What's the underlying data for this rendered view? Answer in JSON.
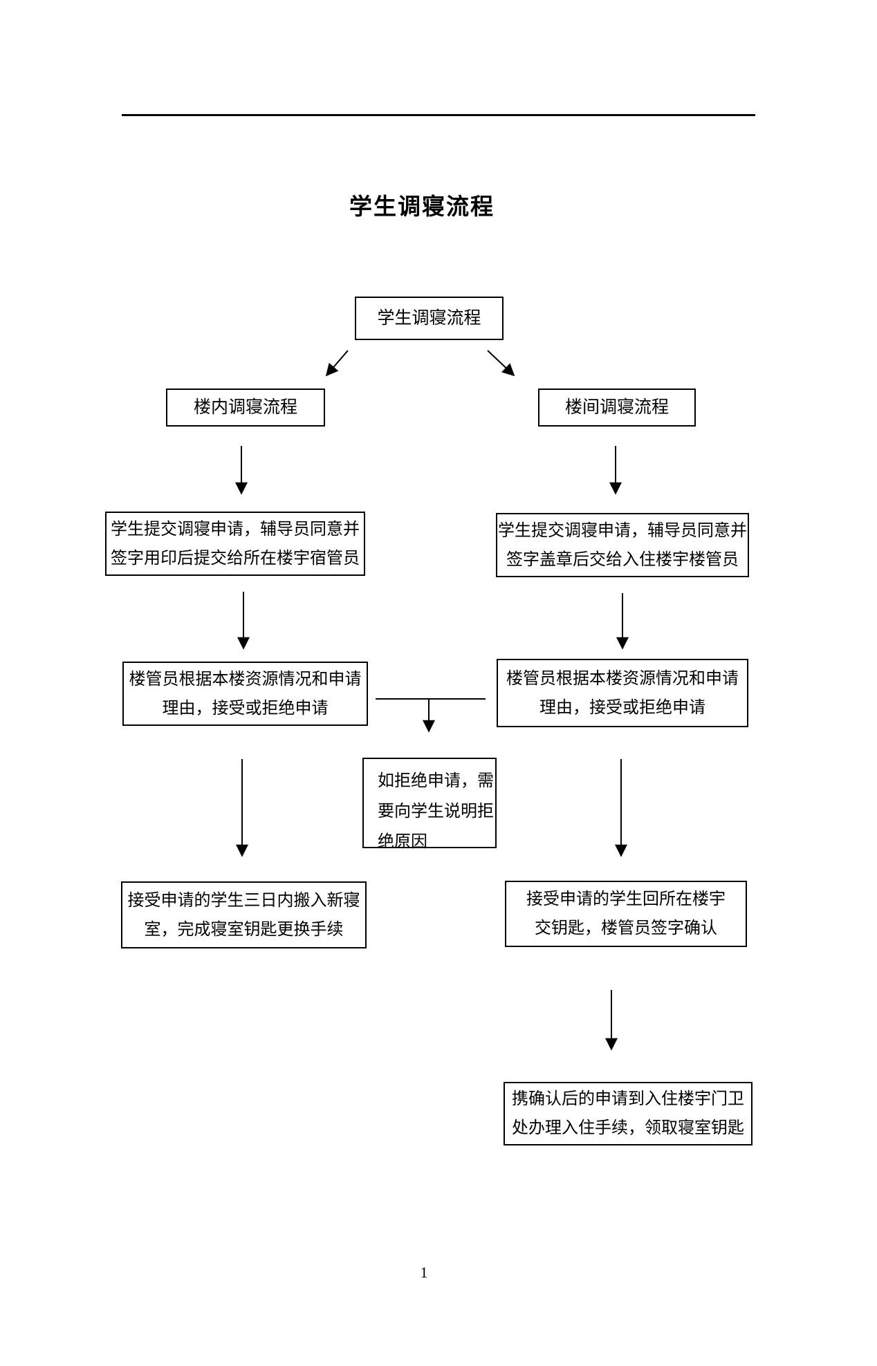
{
  "document": {
    "title": "学生调寝流程",
    "page_number": "1"
  },
  "flowchart": {
    "root": {
      "label": "学生调寝流程"
    },
    "branch_left": {
      "label": "楼内调寝流程"
    },
    "branch_right": {
      "label": "楼间调寝流程"
    },
    "left_step1": {
      "text": "学生提交调寝申请，辅导员同意并\n签字用印后提交给所在楼宇宿管员"
    },
    "right_step1": {
      "text": "学生提交调寝申请，辅导员同意并\n签字盖章后交给入住楼宇楼管员"
    },
    "left_step2": {
      "text": "楼管员根据本楼资源情况和申请\n理由，接受或拒绝申请"
    },
    "right_step2": {
      "text": "楼管员根据本楼资源情况和申请\n理由，接受或拒绝申请"
    },
    "reject_note": {
      "text": "如拒绝申请，需\n要向学生说明拒\n绝原因"
    },
    "left_step3": {
      "text": "接受申请的学生三日内搬入新寝\n室，完成寝室钥匙更换手续"
    },
    "right_step3": {
      "text": "接受申请的学生回所在楼宇\n交钥匙，楼管员签字确认"
    },
    "right_step4": {
      "text": "携确认后的申请到入住楼宇门卫\n处办理入住手续，领取寝室钥匙"
    },
    "connections": [
      {
        "from": "root",
        "to": "branch_left",
        "style": "diagonal-arrow"
      },
      {
        "from": "root",
        "to": "branch_right",
        "style": "diagonal-arrow"
      },
      {
        "from": "branch_left",
        "to": "left_step1",
        "style": "arrow"
      },
      {
        "from": "branch_right",
        "to": "right_step1",
        "style": "arrow"
      },
      {
        "from": "left_step1",
        "to": "left_step2",
        "style": "arrow"
      },
      {
        "from": "right_step1",
        "to": "right_step2",
        "style": "arrow"
      },
      {
        "from": "left_step2",
        "to": "reject_note",
        "style": "shared-connector-arrow"
      },
      {
        "from": "right_step2",
        "to": "reject_note",
        "style": "shared-connector-arrow"
      },
      {
        "from": "left_step2",
        "to": "left_step3",
        "style": "arrow"
      },
      {
        "from": "right_step2",
        "to": "right_step3",
        "style": "arrow"
      },
      {
        "from": "right_step3",
        "to": "right_step4",
        "style": "arrow"
      }
    ]
  },
  "colors": {
    "background": "#ffffff",
    "box_fill": "#ffffff",
    "box_border": "#000000",
    "line": "#000000",
    "text": "#000000"
  }
}
